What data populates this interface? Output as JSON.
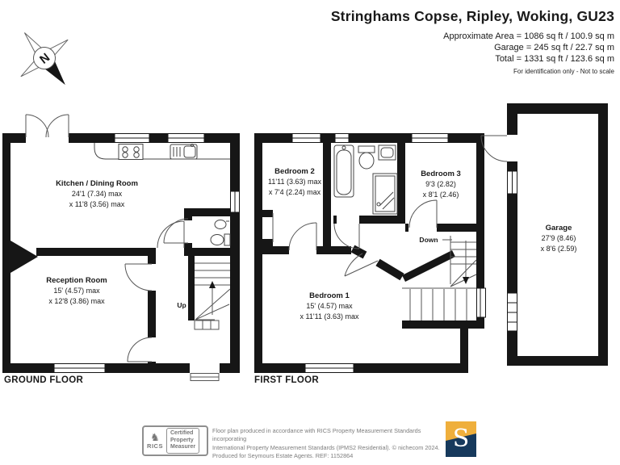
{
  "header": {
    "title": "Stringhams Copse, Ripley, Woking, GU23",
    "area_lines": [
      "Approximate Area = 1086 sq ft / 100.9 sq m",
      "Garage = 245 sq ft / 22.7 sq m",
      "Total = 1331 sq ft / 123.6 sq m"
    ],
    "note": "For identification only - Not to scale"
  },
  "compass": {
    "north_label": "N"
  },
  "floors": {
    "ground": {
      "label": "GROUND FLOOR",
      "stairs_label": "Up",
      "kitchen": {
        "name": "Kitchen / Dining Room",
        "dim1": "24'1 (7.34) max",
        "dim2": "x 11'8 (3.56) max"
      },
      "reception": {
        "name": "Reception Room",
        "dim1": "15' (4.57) max",
        "dim2": "x 12'8 (3.86) max"
      }
    },
    "first": {
      "label": "FIRST FLOOR",
      "stairs_label": "Down",
      "bedroom2": {
        "name": "Bedroom 2",
        "dim1": "11'11 (3.63) max",
        "dim2": "x 7'4 (2.24) max"
      },
      "bedroom3": {
        "name": "Bedroom 3",
        "dim1": "9'3 (2.82)",
        "dim2": "x 8'1 (2.46)"
      },
      "bedroom1": {
        "name": "Bedroom 1",
        "dim1": "15' (4.57) max",
        "dim2": "x 11'11 (3.63) max"
      }
    },
    "garage": {
      "name": "Garage",
      "dim1": "27'9 (8.46)",
      "dim2": "x 8'6 (2.59)"
    }
  },
  "footer": {
    "rics_brand": "RICS",
    "rics_glyph": "♞",
    "cert_lines": [
      "Certified",
      "Property",
      "Measurer"
    ],
    "disclaimer_lines": [
      "Floor plan produced in accordance with RICS Property Measurement Standards incorporating",
      "International Property Measurement Standards (IPMS2 Residential).  © nichecom 2024.",
      "Produced for Seymours Estate Agents.   REF:  1152864"
    ],
    "logo_letter": "S",
    "colors": {
      "logo_gold": "#EFAF3C",
      "logo_navy": "#16395C"
    }
  }
}
